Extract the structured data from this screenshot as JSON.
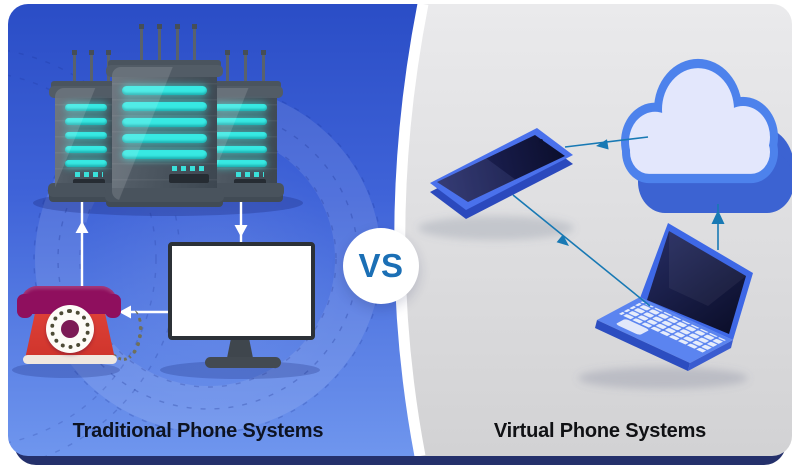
{
  "card": {
    "vs_label": "VS",
    "vs_text_color": "#1b6fb5",
    "backing_color": "#24306b",
    "divider_color": "#ffffff"
  },
  "left_panel": {
    "title": "Traditional Phone Systems",
    "title_color": "#0d1322",
    "background": {
      "top": "#2a4dc6",
      "bottom": "#6f96ee"
    },
    "accent_color": "#37e9e3",
    "arrow_color": "#ffffff",
    "icons": [
      "server-rack-left",
      "server-rack-center",
      "server-rack-right",
      "desktop-monitor",
      "rotary-phone"
    ],
    "connections": [
      {
        "from": "servers",
        "to": "monitor"
      },
      {
        "from": "monitor",
        "to": "rotary-phone"
      },
      {
        "from": "rotary-phone",
        "to": "servers"
      }
    ]
  },
  "right_panel": {
    "title": "Virtual Phone Systems",
    "title_color": "#101114",
    "background": {
      "top": "#eaeaec",
      "bottom": "#d2d2d4"
    },
    "arrow_color": "#1879b4",
    "icons": [
      "smartphone",
      "cloud",
      "laptop"
    ],
    "connections": [
      {
        "from": "cloud",
        "to": "smartphone"
      },
      {
        "from": "smartphone",
        "to": "laptop"
      },
      {
        "from": "laptop",
        "to": "cloud"
      }
    ]
  }
}
